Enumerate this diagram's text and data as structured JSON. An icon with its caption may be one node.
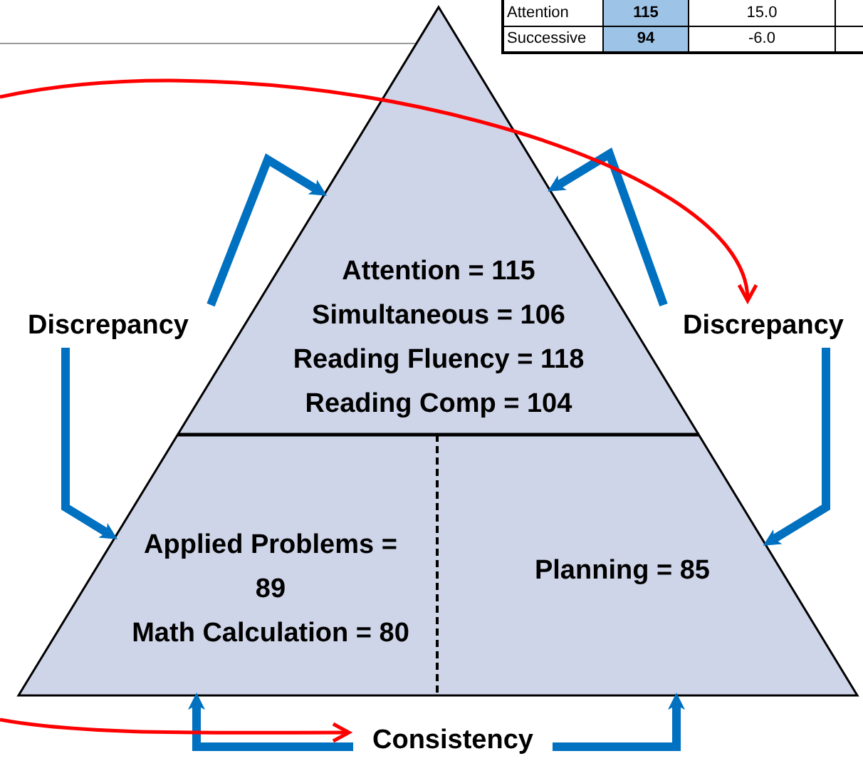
{
  "diagram": {
    "nodes": [
      {
        "text": [
          "Attention = 115",
          "Simultaneous = 106",
          "Reading Fluency = 118",
          "Reading Comp = 104"
        ]
      },
      {
        "text": [
          "Applied Problems = 89",
          "Math Calculation = 80"
        ]
      },
      {
        "text": [
          "Planning = 85"
        ]
      },
      {
        "text": [
          "Discrepancy"
        ]
      },
      {
        "text": [
          "Discrepancy"
        ]
      },
      {
        "text": [
          "Consistency"
        ]
      }
    ],
    "edges": [
      {
        "from": 3,
        "to": 0,
        "arrow": "to"
      },
      {
        "from": 3,
        "to": 1,
        "arrow": "to"
      },
      {
        "from": 4,
        "to": 0,
        "arrow": "to"
      },
      {
        "from": 4,
        "to": 2,
        "arrow": "to"
      },
      {
        "from": 5,
        "to": 1,
        "arrow": "to"
      },
      {
        "from": 5,
        "to": 2,
        "arrow": "to"
      },
      {
        "from": null,
        "to": 4,
        "arrow": "to",
        "color": "#ff0000"
      },
      {
        "from": null,
        "to": 5,
        "arrow": "to",
        "color": "#ff0000"
      }
    ],
    "labels": [
      "Attention",
      "115",
      "15.0",
      "Successive",
      "94",
      "-6.0"
    ]
  }
}
